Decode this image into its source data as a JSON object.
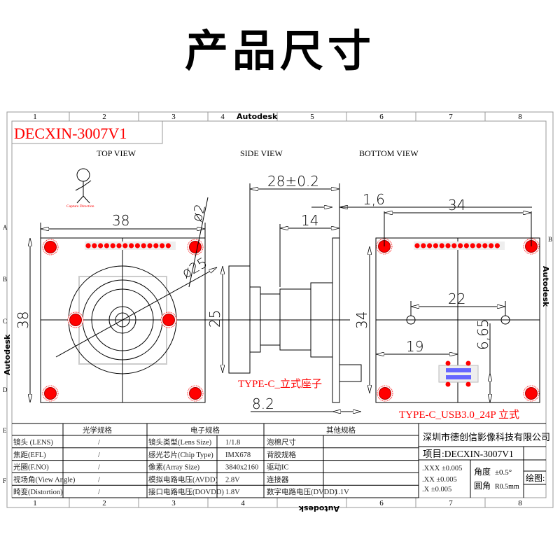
{
  "page_title": "产品尺寸",
  "frame": {
    "columns": [
      "1",
      "2",
      "3",
      "4",
      "5",
      "6",
      "7",
      "8"
    ],
    "rows": [
      "A",
      "B",
      "C",
      "D",
      "E",
      "F"
    ],
    "autodesk_watermark": "Autodesk",
    "model_label": "DECXIN-3007V1"
  },
  "views": {
    "top": {
      "label": "TOP VIEW",
      "capture_direction": "Capture Direction",
      "dims": {
        "width": "38",
        "height": "38",
        "hole": "ø2",
        "lens": "ø25"
      }
    },
    "side": {
      "label": "SIDE VIEW",
      "dims": {
        "length": "28±0.2",
        "board_offset": "14",
        "lens_dia": "25",
        "board_thickness": "1,6",
        "board_height": "34",
        "connector": "8.2"
      },
      "note": "TYPE-C_立式座子"
    },
    "bottom": {
      "label": "BOTTOM VIEW",
      "dims": {
        "width": "34",
        "height": "34",
        "hole_spacing": "22",
        "conn_x": "19",
        "conn_y": "6,65"
      },
      "note": "TYPE-C_USB3.0_24P 立式"
    }
  },
  "colors": {
    "accent": "#ff0000",
    "line": "#000000",
    "ghost": "#aaaaaa"
  },
  "spec_table": {
    "headers": {
      "optical": "光学规格",
      "electronic": "电子规格",
      "other": "其他规格"
    },
    "rows": [
      {
        "opt_label": "镜头 (LENS)",
        "opt_value": "/",
        "elec_label": "镜头类型(Lens Size)",
        "elec_value": "1/1.8",
        "other_label": "泡棉尺寸",
        "other_value": ""
      },
      {
        "opt_label": "焦距(EFL)",
        "opt_value": "/",
        "elec_label": "感光芯片(Chip Type)",
        "elec_value": "IMX678",
        "other_label": "背胶规格",
        "other_value": ""
      },
      {
        "opt_label": "光圈(F.NO)",
        "opt_value": "/",
        "elec_label": "像素(Array Size)",
        "elec_value": "3840x2160",
        "other_label": "驱动IC",
        "other_value": ""
      },
      {
        "opt_label": "视场角(View Angle)",
        "opt_value": "/",
        "elec_label": "模拟电路电压(AVDD)",
        "elec_value": "2.8V",
        "other_label": "连接器",
        "other_value": ""
      },
      {
        "opt_label": "畸变(Distortion)",
        "opt_value": "/",
        "elec_label": "接口电路电压(DOVDD)",
        "elec_value": "1.8V",
        "other_label": "数字电路电压(DVDD)",
        "other_value": "1.1V"
      }
    ]
  },
  "title_block": {
    "company": "深圳市德创信影像科技有限公司",
    "project": "项目:DECXIN-3007V1",
    "tolerances": [
      ".XXX ±0.005",
      ".XX ±0.005",
      ".X ±0.005"
    ],
    "angle_label": "角度",
    "angle_value": "±0.5°",
    "fillet_label": "圆角",
    "fillet_value": "R0.5mm",
    "drawn_by": "绘图:"
  }
}
